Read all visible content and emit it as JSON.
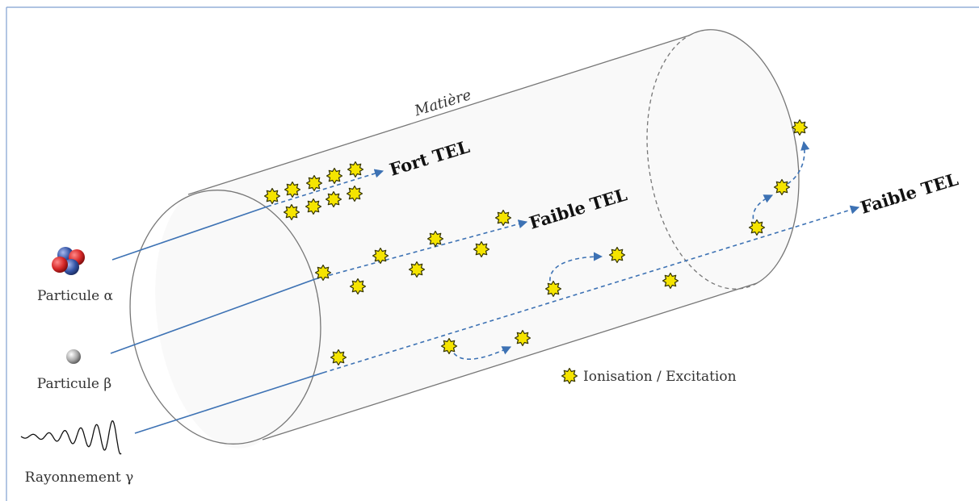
{
  "diagram": {
    "medium_label": "Matière",
    "tracks": {
      "alpha_label": "Fort TEL",
      "beta_label": "Faible TEL",
      "gamma_label": "Faible TEL"
    },
    "sources": {
      "alpha": "Particule α",
      "beta": "Particule β",
      "gamma": "Rayonnement γ"
    },
    "legend": {
      "event_label": "Ionisation / Excitation"
    },
    "colors": {
      "frame": "#7f9fd0",
      "track": "#3d72b4",
      "event_fill": "#f5e400",
      "event_stroke": "#3a3a00",
      "cylinder_fill": "#f9f9f9",
      "cylinder_stroke": "#777777",
      "alpha_red": "#d62828",
      "alpha_blue": "#3555a6"
    }
  }
}
